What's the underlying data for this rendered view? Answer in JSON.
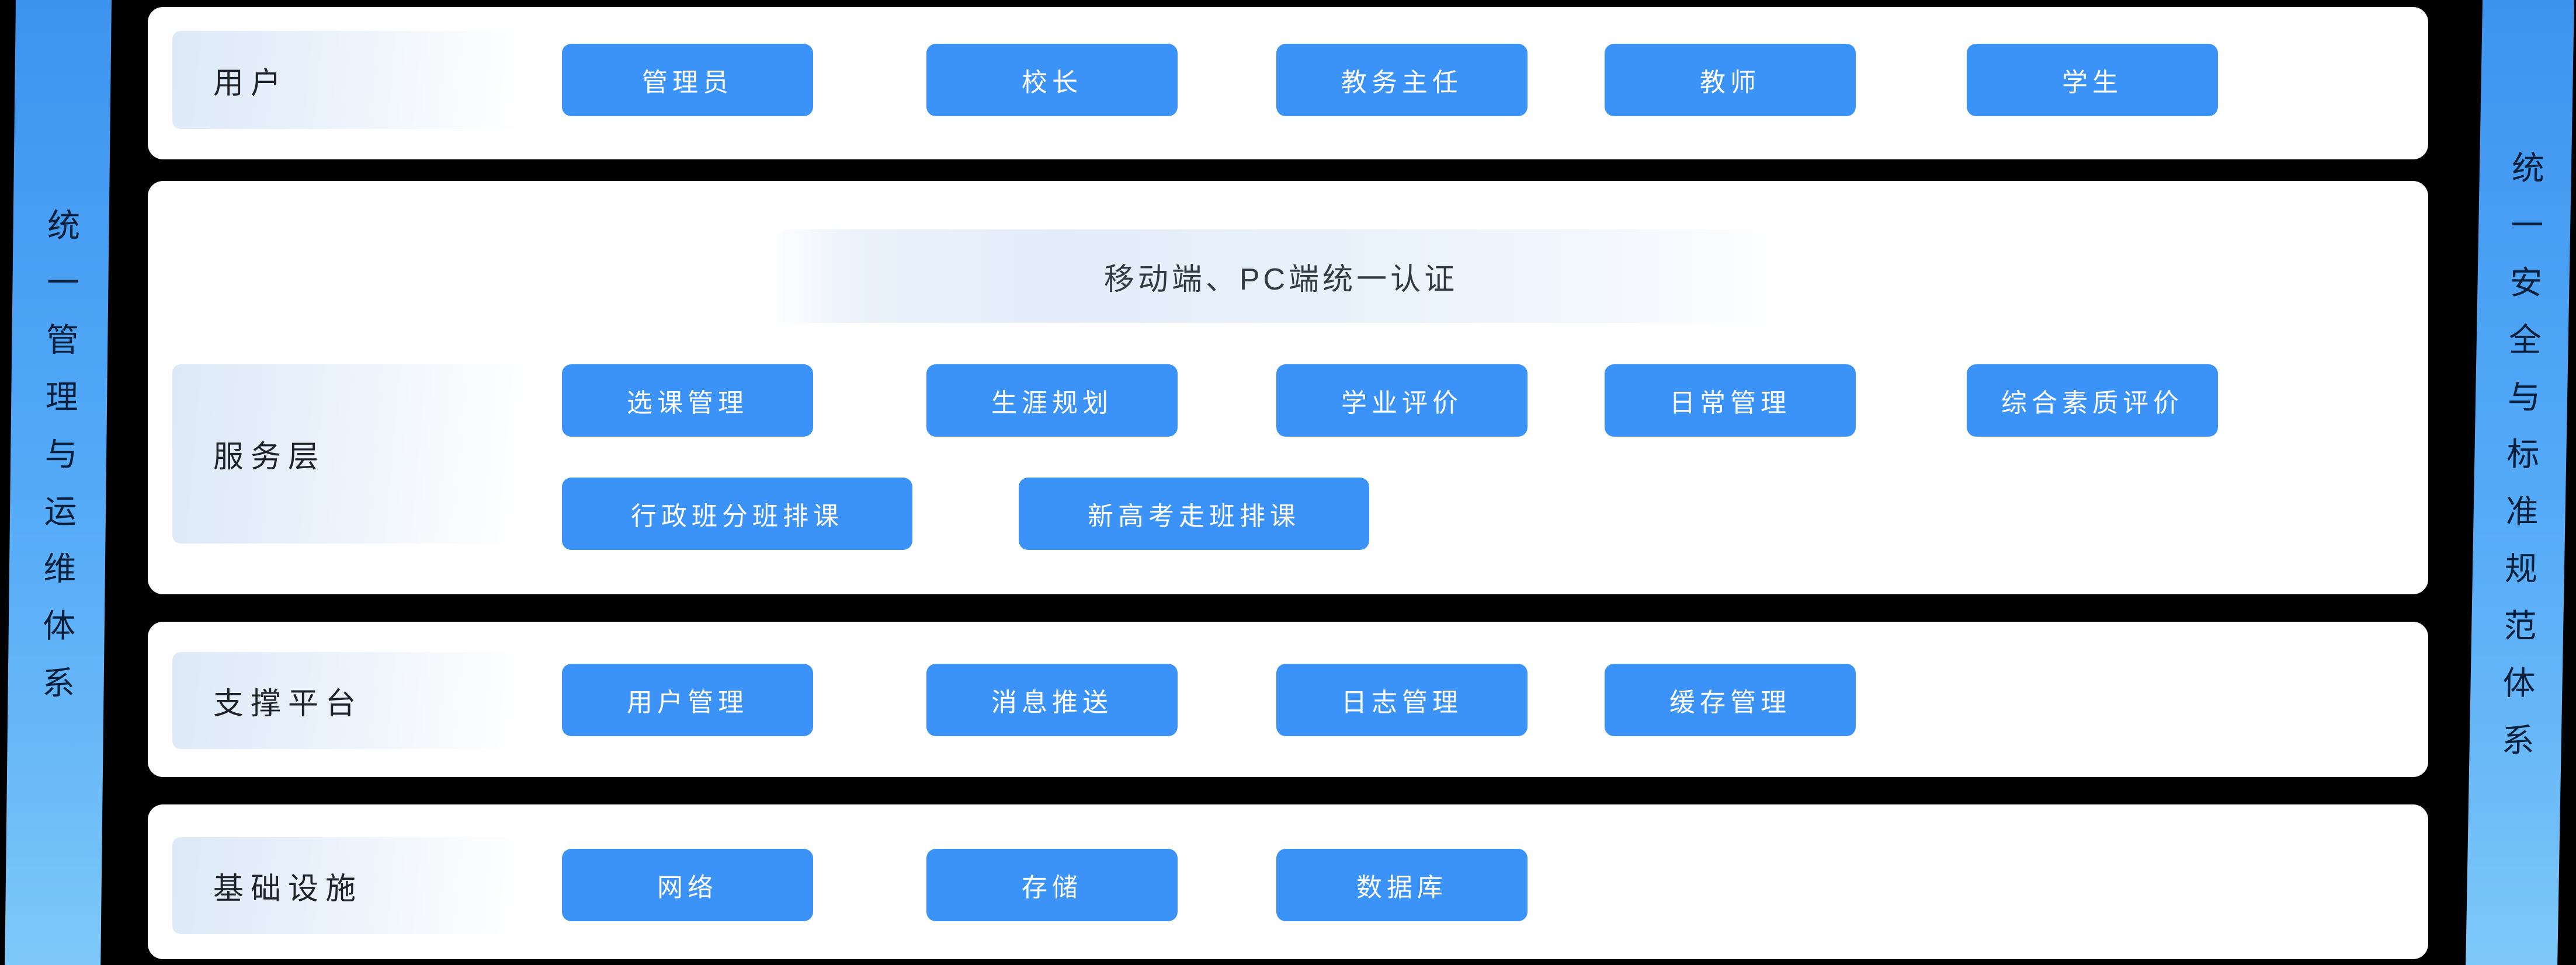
{
  "colors": {
    "accent": "#3b93f7",
    "page_background": "#000000",
    "row_background": "#ffffff",
    "ribbon_gradient_top": "#3e93ee",
    "ribbon_gradient_bottom": "#7ec9f9",
    "ribbon_text_color": "#05203d",
    "label_gradient_start": "#dde9f8",
    "auth_band_tint": "#e3edfa",
    "node_text_color": "#ffffff",
    "label_text_color": "#1f242b"
  },
  "ribbons": {
    "left": "统一管理与运维体系",
    "right": "统一安全与标准规范体系"
  },
  "rows": [
    {
      "label": "用户",
      "buttons": [
        "管理员",
        "校长",
        "教务主任",
        "教师",
        "学生"
      ]
    },
    {
      "label": "服务层",
      "auth_banner": "移动端、PC端统一认证",
      "buttons": [
        "选课管理",
        "生涯规划",
        "学业评价",
        "日常管理",
        "综合素质评价"
      ],
      "wide_buttons": [
        "行政班分班排课",
        "新高考走班排课"
      ]
    },
    {
      "label": "支撑平台",
      "buttons": [
        "用户管理",
        "消息推送",
        "日志管理",
        "缓存管理"
      ]
    },
    {
      "label": "基础设施",
      "buttons": [
        "网络",
        "存储",
        "数据库"
      ]
    }
  ]
}
